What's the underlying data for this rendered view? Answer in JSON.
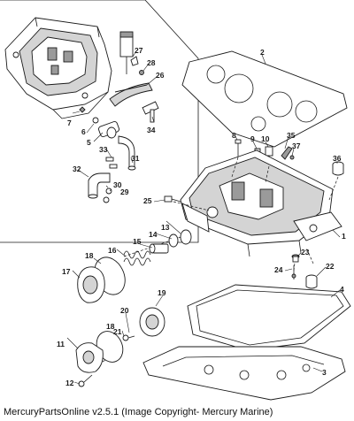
{
  "caption": "MercuryPartsOnline v2.5.1 (Image Copyright- Mercury Marine)",
  "callouts": {
    "c1": "1",
    "c2": "2",
    "c3": "3",
    "c4": "4",
    "c5": "5",
    "c6": "6",
    "c7": "7",
    "c8": "8",
    "c9": "9",
    "c10": "10",
    "c11": "11",
    "c12": "12",
    "c13": "13",
    "c14": "14",
    "c15": "15",
    "c16": "16",
    "c17": "17",
    "c18a": "18",
    "c18b": "18",
    "c19": "19",
    "c20": "20",
    "c21": "21",
    "c22": "22",
    "c23": "23",
    "c24": "24",
    "c25": "25",
    "c26": "26",
    "c27": "27",
    "c28": "28",
    "c29": "29",
    "c30": "30",
    "c31": "31",
    "c32": "32",
    "c33": "33",
    "c34": "34",
    "c35": "35",
    "c36": "36",
    "c37": "37"
  }
}
